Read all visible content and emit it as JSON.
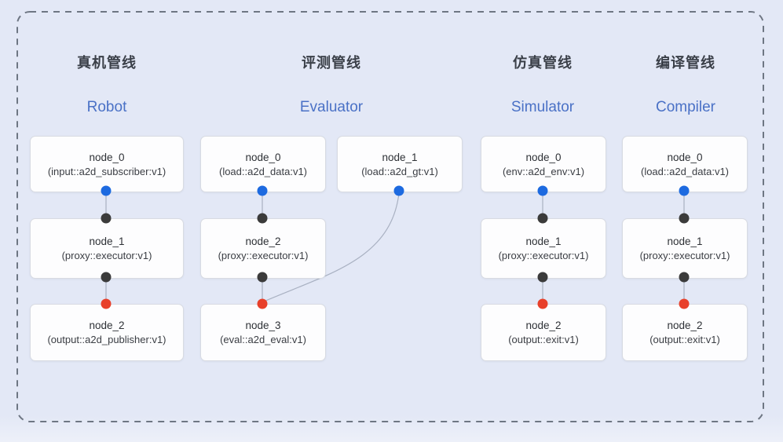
{
  "diagram": {
    "container": "pipeline-overview",
    "colors": {
      "background": "#e3e8f6",
      "dashed_border": "#6e7683",
      "box_bg": "#fdfdfe",
      "box_border": "#d8dbe2",
      "edge": "#a9b1c2",
      "title_cn": "#3a3f48",
      "title_en": "#4a71c6",
      "port_blue": "#1d6ae0",
      "port_dark": "#3b3b3b",
      "port_red": "#e8402a"
    },
    "port_legend": {
      "blue": "output-port",
      "dark": "input-port",
      "red": "result-port"
    }
  },
  "pipelines": [
    {
      "title_cn": "真机管线",
      "title_en": "Robot",
      "nodes": [
        {
          "name": "node_0",
          "type": "(input::a2d_subscriber:v1)"
        },
        {
          "name": "node_1",
          "type": "(proxy::executor:v1)"
        },
        {
          "name": "node_2",
          "type": "(output::a2d_publisher:v1)"
        }
      ]
    },
    {
      "title_cn": "评测管线",
      "title_en": "Evaluator",
      "nodes": [
        {
          "name": "node_0",
          "type": "(load::a2d_data:v1)"
        },
        {
          "name": "node_1",
          "type": "(load::a2d_gt:v1)"
        },
        {
          "name": "node_2",
          "type": "(proxy::executor:v1)"
        },
        {
          "name": "node_3",
          "type": "(eval::a2d_eval:v1)"
        }
      ]
    },
    {
      "title_cn": "仿真管线",
      "title_en": "Simulator",
      "nodes": [
        {
          "name": "node_0",
          "type": "(env::a2d_env:v1)"
        },
        {
          "name": "node_1",
          "type": "(proxy::executor:v1)"
        },
        {
          "name": "node_2",
          "type": "(output::exit:v1)"
        }
      ]
    },
    {
      "title_cn": "编译管线",
      "title_en": "Compiler",
      "nodes": [
        {
          "name": "node_0",
          "type": "(load::a2d_data:v1)"
        },
        {
          "name": "node_1",
          "type": "(proxy::executor:v1)"
        },
        {
          "name": "node_2",
          "type": "(output::exit:v1)"
        }
      ]
    }
  ]
}
